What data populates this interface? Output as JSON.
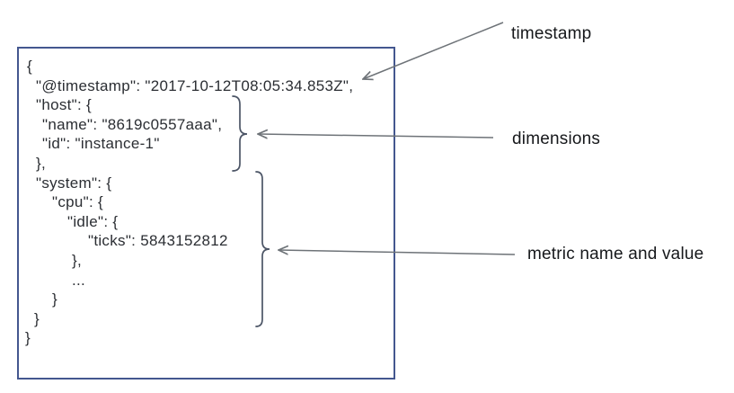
{
  "box": {
    "code_lines": [
      "{",
      "\"@timestamp\": \"2017-10-12T08:05:34.853Z\",",
      "\"host\": {",
      "\"name\": \"8619c0557aaa\",",
      "\"id\": \"instance-1\"",
      "},",
      "\"system\": {",
      "\"cpu\": {",
      "\"idle\": {",
      "\"ticks\": 5843152812",
      "},",
      "...",
      "}",
      "}",
      "}"
    ]
  },
  "labels": {
    "timestamp": "timestamp",
    "dimensions": "dimensions",
    "metric": "metric name and value"
  },
  "colors": {
    "box_border": "#44578f",
    "code_text": "#2b2e33",
    "label_text": "#16181b",
    "arrow": "#6e7378",
    "brace": "#4c5566"
  }
}
